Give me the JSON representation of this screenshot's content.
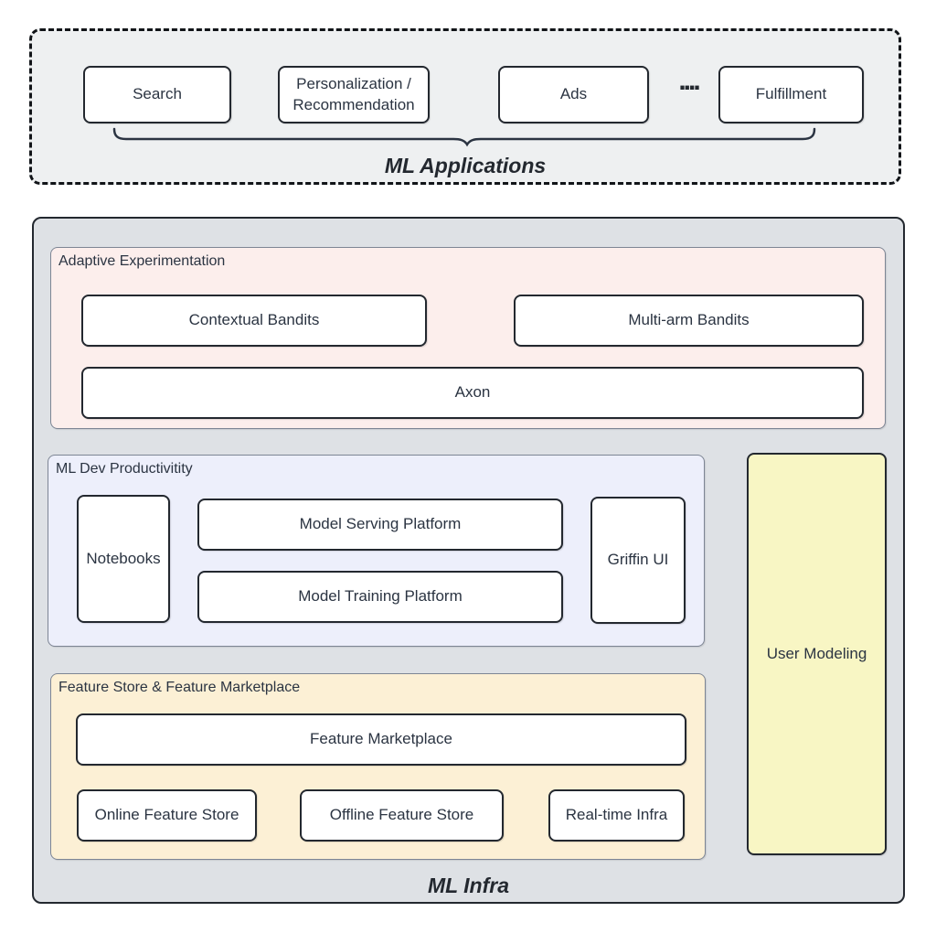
{
  "diagram": {
    "apps": {
      "title": "ML Applications",
      "ellipsis": "....",
      "boxes": [
        {
          "label": "Search"
        },
        {
          "label": "Personalization / Recommendation"
        },
        {
          "label": "Ads"
        },
        {
          "label": "Fulfillment"
        }
      ]
    },
    "infra": {
      "title": "ML Infra",
      "adaptive_experimentation": {
        "title": "Adaptive Experimentation",
        "boxes": [
          {
            "label": "Contextual Bandits"
          },
          {
            "label": "Multi-arm Bandits"
          },
          {
            "label": "Axon"
          }
        ]
      },
      "ml_dev_productivitity": {
        "title": "ML Dev Productivitity",
        "boxes": [
          {
            "label": "Notebooks"
          },
          {
            "label": "Model Serving Platform"
          },
          {
            "label": "Model Training Platform"
          },
          {
            "label": "Griffin UI"
          }
        ]
      },
      "feature_store": {
        "title": "Feature Store & Feature Marketplace",
        "boxes": [
          {
            "label": "Feature Marketplace"
          },
          {
            "label": "Online Feature Store"
          },
          {
            "label": "Offline Feature Store"
          },
          {
            "label": "Real-time Infra"
          }
        ]
      },
      "user_modeling": {
        "label": "User Modeling"
      }
    },
    "colors": {
      "apps_background": "#eef0f1",
      "infra_background": "#dee1e5",
      "adaptive_background": "#fceeec",
      "ml_dev_background": "#edeffb",
      "feature_background": "#fcf0d5",
      "user_modeling_background": "#f8f6c4",
      "box_background": "#ffffff",
      "box_border": "#23282f",
      "section_border": "#7d8594",
      "text": "#2b3442"
    }
  }
}
